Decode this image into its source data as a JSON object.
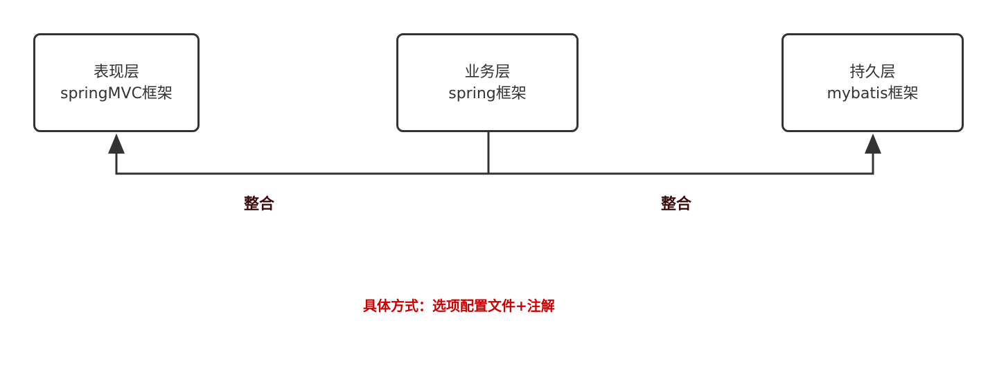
{
  "layers": {
    "presentation": {
      "name": "表现层",
      "framework": "springMVC框架"
    },
    "business": {
      "name": "业务层",
      "framework": "spring框架"
    },
    "persistence": {
      "name": "持久层",
      "framework": "mybatis框架"
    }
  },
  "integrations": {
    "left_label": "整合",
    "right_label": "整合"
  },
  "note": "具体方式：选项配置文件+注解",
  "colors": {
    "box_border": "#333333",
    "connector": "#333333",
    "integrate_label": "#3b0a0a",
    "note": "#cc0000"
  }
}
